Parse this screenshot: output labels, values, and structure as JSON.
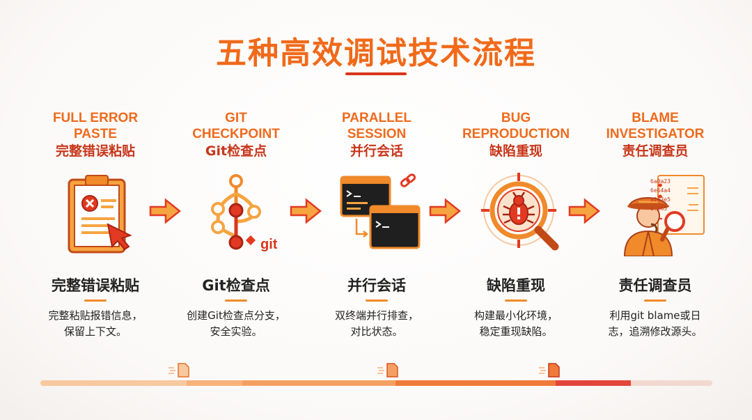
{
  "title": "五种高效调试技术流程",
  "steps": [
    {
      "en": "FULL ERROR\nPASTE",
      "zh": "完整错误粘贴",
      "label": "完整错误粘贴",
      "desc": "完整粘贴报错信息，\n保留上下文。",
      "icon": "clipboard-error-icon"
    },
    {
      "en": "GIT\nCHECKPOINT",
      "zh": "Git检查点",
      "label": "Git检查点",
      "desc": "创建Git检查点分支，\n安全实验。",
      "icon": "git-branch-icon"
    },
    {
      "en": "PARALLEL\nSESSION",
      "zh": "并行会话",
      "label": "并行会话",
      "desc": "双终端并行排查，\n对比状态。",
      "icon": "dual-terminal-icon"
    },
    {
      "en": "BUG\nREPRODUCTION",
      "zh": "缺陷重现",
      "label": "缺陷重现",
      "desc": "构建最小化环境，\n稳定重现缺陷。",
      "icon": "bug-magnifier-icon"
    },
    {
      "en": "BLAME\nINVESTIGATOR",
      "zh": "责任调查员",
      "label": "责任调查员",
      "desc": "利用git blame或日\n志，追溯修改源头。",
      "icon": "detective-icon"
    }
  ],
  "git_badge": "git",
  "hashes": [
    "6a0a23",
    "6e64a4",
    "a2e3e5",
    "a.e65"
  ],
  "colors": {
    "primary": "#f06a1a",
    "accent": "#d9361c",
    "dark": "#1f1f1f"
  }
}
